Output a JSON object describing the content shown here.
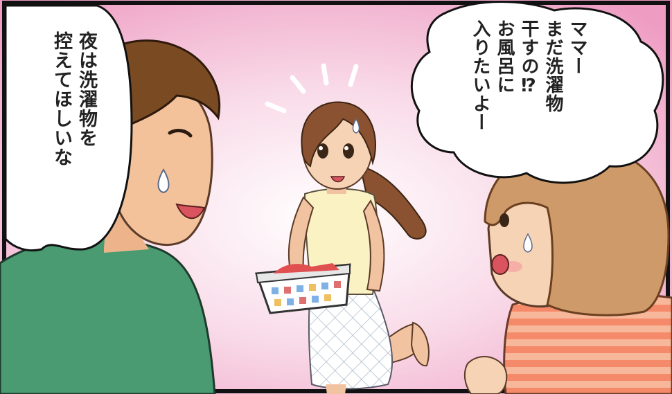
{
  "scene": {
    "background_color": "#f4b9d2",
    "speech_bubbles": [
      {
        "speaker": "father",
        "lines": [
          "夜は洗濯物を",
          "控えてほしいな"
        ]
      },
      {
        "speaker": "daughter",
        "lines": [
          "ママー",
          "まだ洗濯物",
          "干すの⁉",
          "お風呂に",
          "入りたいよー"
        ]
      }
    ]
  }
}
